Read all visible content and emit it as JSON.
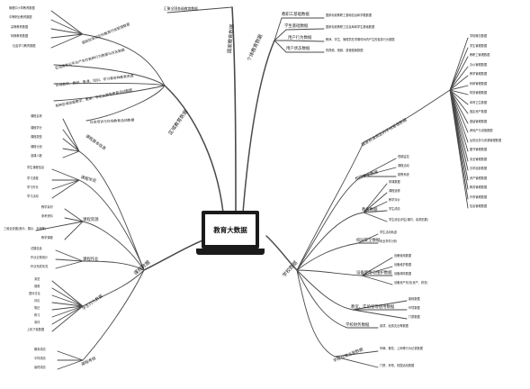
{
  "center": {
    "title": "教育大数据"
  },
  "national": {
    "label": "国家教育数据",
    "child": "汇聚全国各级教育数据"
  },
  "individual": {
    "label": "个体教育数据",
    "items": [
      {
        "label": "教职工基础数据",
        "desc": "国家标准教职工基础信息和学籍数据"
      },
      {
        "label": "学生基础数据",
        "desc": "国家标准教职工信息库和学生基础数据"
      },
      {
        "label": "用户行为数据",
        "desc": "教师、学生、管理员在学期时间内产生的各类行为数据"
      },
      {
        "label": "用户状态数据",
        "desc": "的视频、音频、语音图像数据"
      }
    ]
  },
  "regional": {
    "label": "区域教育数据",
    "items": [
      {
        "label": "国家标准规定的教育行政管理数据"
      },
      {
        "label": "区域教育云平台产生的各种行为数据与日志数据"
      },
      {
        "label": "区域教学、教研、备课、培训、学习等各种教育资源"
      },
      {
        "label": "各种区域层面教学、教研、学生比赛等教育活动数据"
      },
      {
        "label": "社会培训与在线教育活动数据"
      }
    ],
    "sub": [
      "管理中小学教育数据",
      "中等职业教育数据",
      "高等教育数据",
      "特殊教育数据",
      "社会学习教育数据"
    ]
  },
  "course": {
    "label": "课程数据",
    "groups": [
      {
        "label": "课程基本信息",
        "items": [
          "课程名称",
          "课程学分",
          "课程类型",
          "课程计划",
          "选课人数"
        ]
      },
      {
        "label": "课程学员",
        "items": [
          "学生课程信息",
          "学习进度",
          "学习时长",
          "学习活动"
        ]
      },
      {
        "label": "课程资源",
        "items": [
          "教学素材",
          "参考资料",
          "三维全景图(音乐、展示、光驱等)",
          "教学课程"
        ]
      },
      {
        "label": "课程作业",
        "items": [
          "试题信息",
          "作业记录统计",
          "作业完成情况"
        ]
      },
      {
        "label": "学生行为数据",
        "items": [
          "浏览",
          "观看",
          "提问讨论",
          "评论",
          "笔记",
          "练习",
          "测评",
          "上机下载数据"
        ]
      },
      {
        "label": "课程考核",
        "items": [
          "期末成绩",
          "平时成绩",
          "最终成绩"
        ]
      }
    ]
  },
  "school": {
    "label": "学校数据",
    "groups": [
      {
        "label": "国家标准规定的学校管理数据",
        "items": [
          "学校概况数据",
          "学生管理数据",
          "教职工管理数据",
          "办公管理数据",
          "教学管理数据",
          "科研管理数据",
          "财务管理数据",
          "体育卫生数据",
          "固定资产数据",
          "基建管理数据",
          "房地产与设施数据",
          "后勤业务与资源管理数据",
          "图书管理数据",
          "安全管理数据",
          "办学经费数据",
          "资产管理数据",
          "教务管理数据",
          "外事管理数据",
          "信息管理数据"
        ]
      },
      {
        "label": "校园安全数据",
        "items": [
          "视频监控",
          "课程活动",
          "报警系统"
        ]
      },
      {
        "label": "教务数据",
        "items": [
          "排课数据",
          "课程选修",
          "教学评价",
          "学生成绩",
          "学生综合评估(课内、素质拓展)"
        ]
      },
      {
        "label": "校园安全数据",
        "items": [
          "学生活动轨迹",
          "安全事件分析"
        ]
      },
      {
        "label": "设备使用与维护数据",
        "items": [
          "设备使用数据",
          "设备维护数据",
          "设备故障数据",
          "设备资产情况(资产、财务)"
        ]
      },
      {
        "label": "教室、实验室等使用数据",
        "items": [
          "能耗数据",
          "环境数据",
          "门禁数据"
        ]
      },
      {
        "label": "学校财务数据",
        "items": [
          "各项、经费支出等数据"
        ]
      },
      {
        "label": "学校日常运营数据",
        "items": [
          "车辆、餐饮、上网等行为记录数据",
          "门禁、考勤、校园活动数据"
        ]
      }
    ]
  }
}
